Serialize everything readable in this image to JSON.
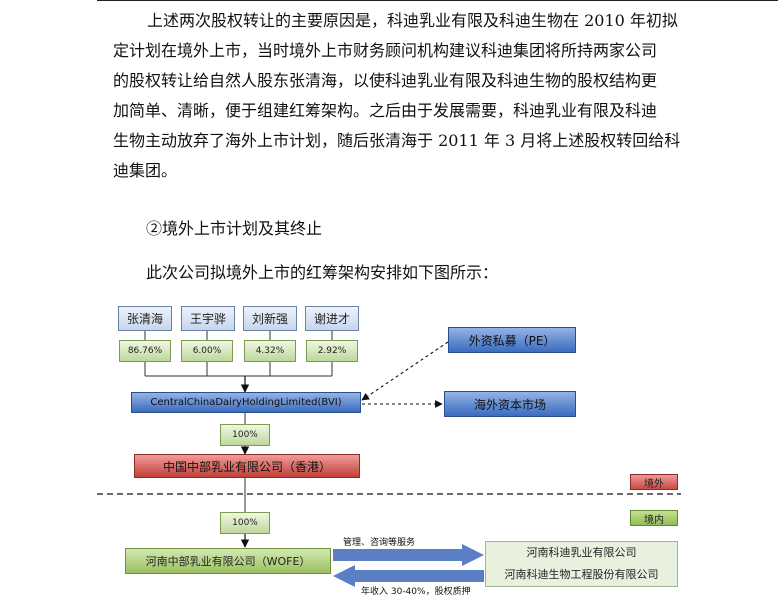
{
  "document": {
    "paragraph_lines": [
      "上述两次股权转让的主要原因是，科迪乳业有限及科迪生物在 2010 年初拟",
      "定计划在境外上市，当时境外上市财务顾问机构建议科迪集团将所持两家公司",
      "的股权转让给自然人股东张清海，以使科迪乳业有限及科迪生物的股权结构更",
      "加简单、清晰，便于组建红筹架构。之后由于发展需要，科迪乳业有限及科迪",
      "生物主动放弃了海外上市计划，随后张清海于 2011 年 3 月将上述股权转回给科",
      "迪集团。"
    ],
    "heading": "②境外上市计划及其终止",
    "intro": "此次公司拟境外上市的红筹架构安排如下图所示："
  },
  "diagram": {
    "shareholders": [
      {
        "name": "张清海",
        "pct": "86.76%"
      },
      {
        "name": "王宇骅",
        "pct": "6.00%"
      },
      {
        "name": "刘新强",
        "pct": "4.32%"
      },
      {
        "name": "谢进才",
        "pct": "2.92%"
      }
    ],
    "pe": "外资私募（PE）",
    "bvi": "CentralChinaDairyHoldingLimited(BVI)",
    "overseas_market": "海外资本市场",
    "pct_bvi_hk": "100%",
    "hk": "中国中部乳业有限公司（香港）",
    "tag_overseas": "境外",
    "tag_domestic": "境内",
    "pct_hk_wofe": "100%",
    "wofe": "河南中部乳业有限公司（WOFE）",
    "arrow_services": "管理、咨询等服务",
    "arrow_revenue": "年收入 30-40%，股权质押",
    "operating_companies": [
      "河南科迪乳业有限公司",
      "河南科迪生物工程股份有限公司"
    ]
  },
  "colors": {
    "blue_box": "#3a6cc0",
    "red_box": "#c2403a",
    "green_box": "#9ac060",
    "arrow_blue": "#5b7fc4"
  }
}
